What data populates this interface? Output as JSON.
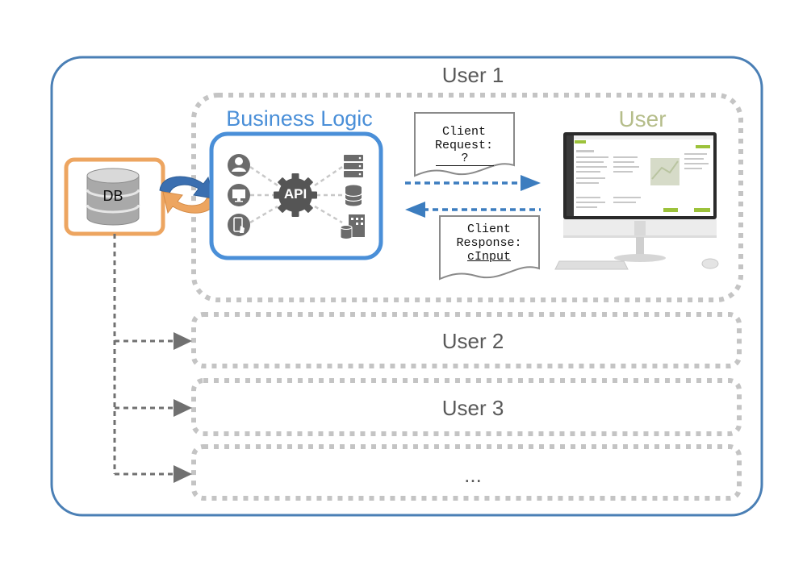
{
  "outer": {
    "title": "User 1"
  },
  "business_logic": {
    "title": "Business Logic",
    "api_label": "API"
  },
  "user": {
    "title": "User"
  },
  "db": {
    "label": "DB"
  },
  "request_note": {
    "line1": "Client",
    "line2": "Request:",
    "value": "?"
  },
  "response_note": {
    "line1": "Client",
    "line2": "Response:",
    "value": "cInput"
  },
  "other_users": [
    "User 2",
    "User 3",
    "..."
  ],
  "colors": {
    "outer_border": "#4a7fb5",
    "business_blue": "#4a8fd8",
    "user_green": "#b5bd8a",
    "db_orange": "#eda560",
    "dashed_gray": "#c4c4c4",
    "arrow_blue": "#3c7dbf",
    "arrow_gray": "#707070"
  }
}
